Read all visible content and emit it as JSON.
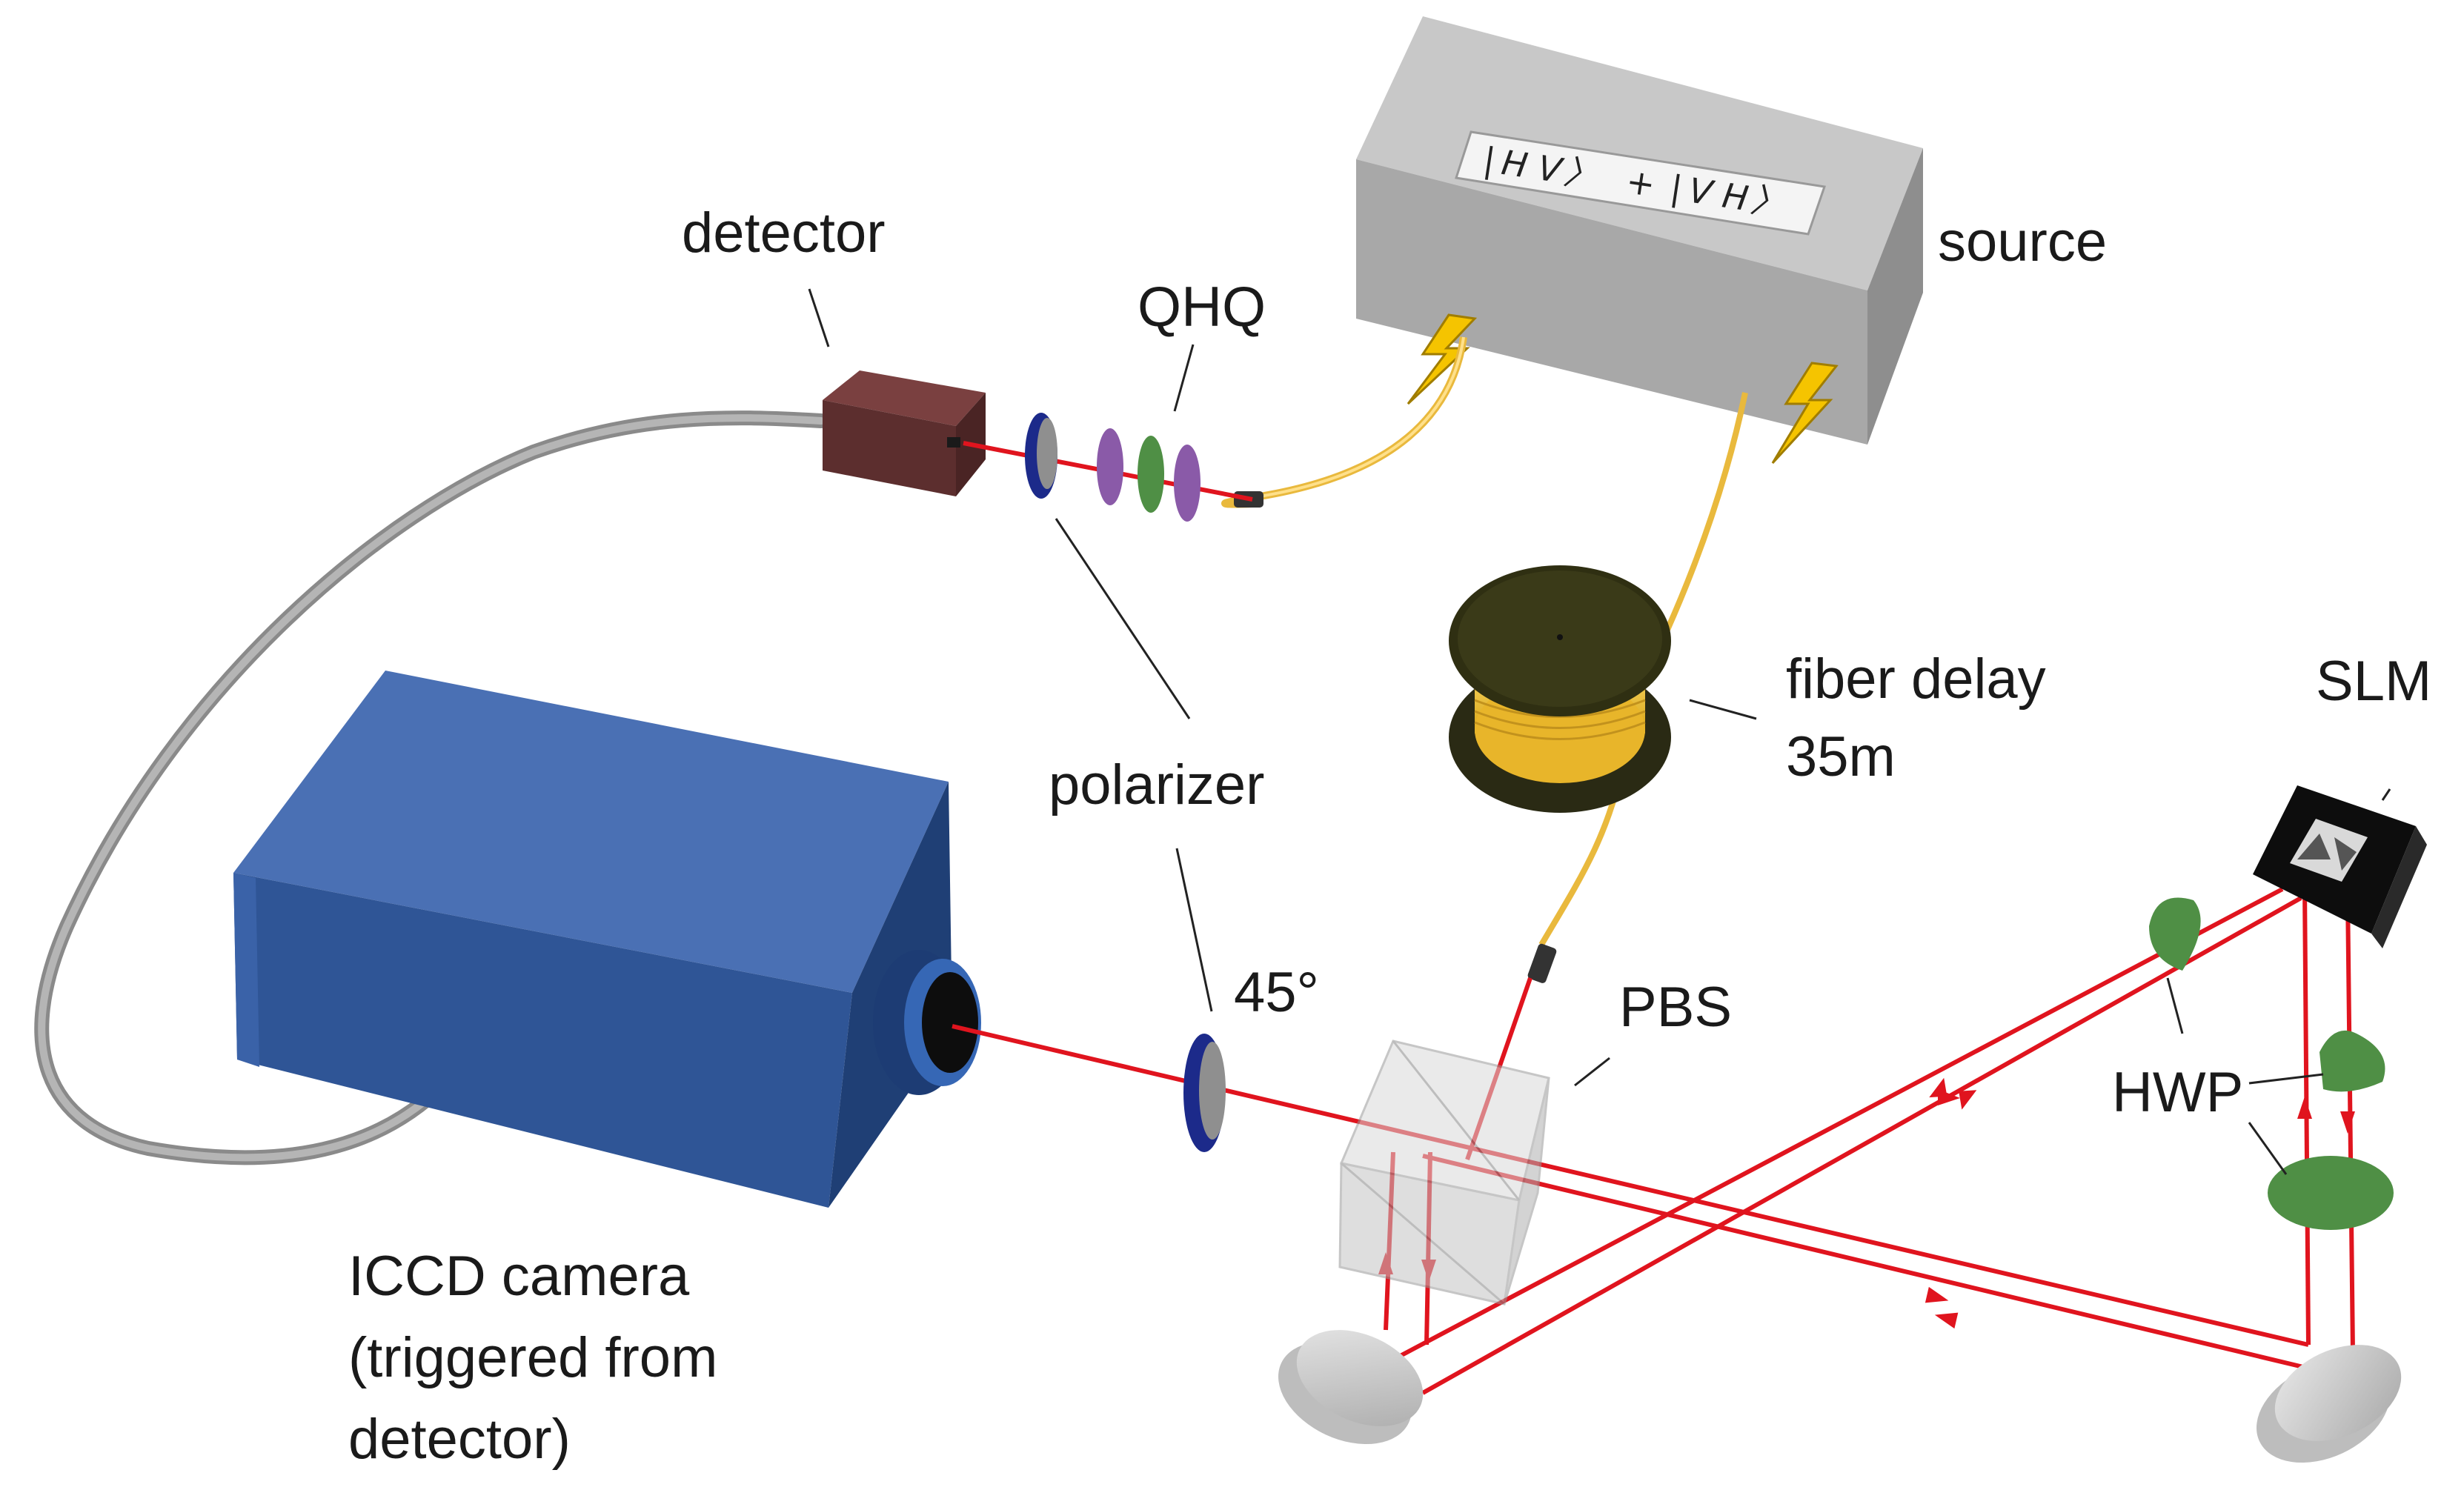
{
  "labels": {
    "detector": "detector",
    "qhq": "QHQ",
    "source": "source",
    "polarizer": "polarizer",
    "angle": "45°",
    "fiber_delay_line1": "fiber delay",
    "fiber_delay_line2": "35m",
    "slm": "SLM",
    "pbs": "PBS",
    "hwp": "HWP",
    "camera_line1": "ICCD camera",
    "camera_line2": "(triggered from",
    "camera_line3": "detector)"
  },
  "source_state": {
    "ket1_bar": "|",
    "ket1_content": "H V",
    "ket1_close": "〉",
    "plus": "+",
    "ket2_bar": "|",
    "ket2_content": "V H",
    "ket2_close": "〉"
  },
  "colors": {
    "beam": "#e0141e",
    "fiber": "#f2c94c",
    "camera": "#2f5596",
    "detector": "#5c2e2e",
    "source_box": "#b9b9b9",
    "waveplate_green": "#4f8f45",
    "waveplate_purple": "#8a5aa8",
    "polarizer_blue": "#1c2a8a",
    "arrow_yellow": "#f5c400"
  }
}
